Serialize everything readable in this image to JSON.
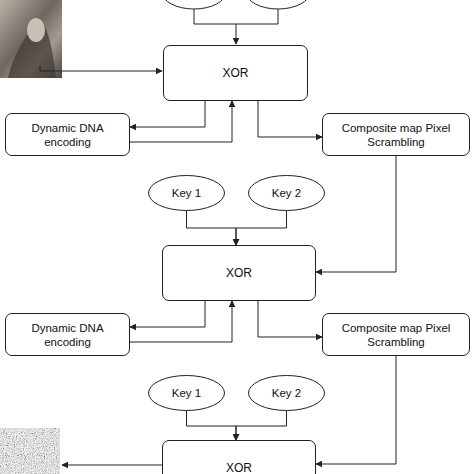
{
  "diagram": {
    "nodes": [
      {
        "text": [
          "XOR"
        ]
      },
      {
        "text": [
          "Dynamic DNA encoding"
        ]
      },
      {
        "text": [
          "Composite map Pixel Scrambling"
        ]
      },
      {
        "text": [
          "Key 1"
        ]
      },
      {
        "text": [
          "Key 2"
        ]
      },
      {
        "text": [
          "XOR"
        ]
      },
      {
        "text": [
          "Dynamic DNA encoding"
        ]
      },
      {
        "text": [
          "Composite map Pixel Scrambling"
        ]
      },
      {
        "text": [
          "Key 1"
        ]
      },
      {
        "text": [
          "Key 2"
        ]
      },
      {
        "text": [
          "XOR"
        ]
      }
    ],
    "edges": [
      {
        "from": 0,
        "to": 1,
        "arrow": "to"
      },
      {
        "from": 1,
        "to": 0,
        "arrow": "to"
      },
      {
        "from": 0,
        "to": 2,
        "arrow": "to"
      },
      {
        "from": 3,
        "to": 5,
        "arrow": "to"
      },
      {
        "from": 4,
        "to": 5,
        "arrow": "to"
      },
      {
        "from": 2,
        "to": 5,
        "arrow": "to"
      },
      {
        "from": 5,
        "to": 6,
        "arrow": "to"
      },
      {
        "from": 6,
        "to": 5,
        "arrow": "to"
      },
      {
        "from": 5,
        "to": 7,
        "arrow": "to"
      },
      {
        "from": 8,
        "to": 10,
        "arrow": "to"
      },
      {
        "from": 9,
        "to": 10,
        "arrow": "to"
      },
      {
        "from": 7,
        "to": 10,
        "arrow": "to"
      }
    ]
  }
}
